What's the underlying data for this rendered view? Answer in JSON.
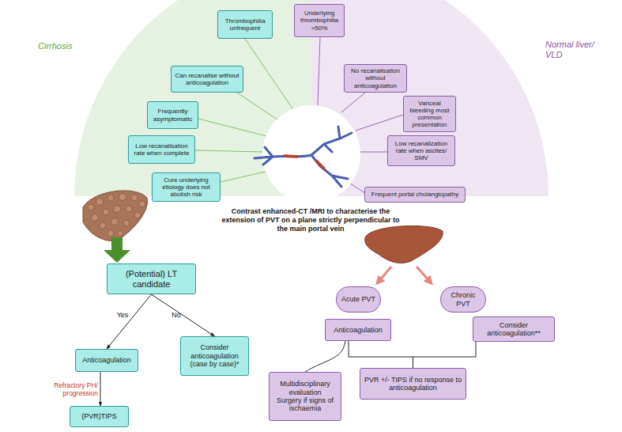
{
  "diagram": {
    "nodes": [
      {
        "text": [
          "Thrombophilia unfrequent"
        ]
      },
      {
        "text": [
          "Can recanalise without anticoagulation"
        ]
      },
      {
        "text": [
          "Frequently asymptomatic"
        ]
      },
      {
        "text": [
          "Low recanalisation rate when complete"
        ]
      },
      {
        "text": [
          "Cure underlying etiology does not abolish risk"
        ]
      },
      {
        "text": [
          "Underlying thrombophilia >50%"
        ]
      },
      {
        "text": [
          "No recanalisation without anticoagulation"
        ]
      },
      {
        "text": [
          "Variceal bleeding most common presentation"
        ]
      },
      {
        "text": [
          "Low recanalization rate when ascites/ SMV"
        ]
      },
      {
        "text": [
          "Frequent portal cholangiopathy"
        ]
      },
      {
        "text": [
          "(Potential) LT candidate"
        ]
      },
      {
        "text": [
          "Anticoagulation"
        ]
      },
      {
        "text": [
          "Consider anticoagulation (case by case)*"
        ]
      },
      {
        "text": [
          "(PVR)TIPS"
        ]
      },
      {
        "text": [
          "Acute PVT"
        ]
      },
      {
        "text": [
          "Chronic PVT"
        ]
      },
      {
        "text": [
          "Anticoagulation"
        ]
      },
      {
        "text": [
          "Consider anticoagulation**"
        ]
      },
      {
        "text": [
          "Multidisciplinary evaluation",
          "Surgery if signs of ischaemia"
        ]
      },
      {
        "text": [
          "PVR +/- TIPS if no response to anticoagulation"
        ]
      }
    ],
    "edges": [
      {
        "from": 10,
        "to": 11,
        "label": "Yes",
        "arrow": "to"
      },
      {
        "from": 10,
        "to": 12,
        "label": "No",
        "arrow": "to"
      },
      {
        "from": 11,
        "to": 13,
        "label": "Refractory PH/ progression",
        "arrow": "to"
      },
      {
        "from": 16,
        "to": 18,
        "arrow": "none"
      },
      {
        "from": 16,
        "to": 19,
        "arrow": "none"
      },
      {
        "from": 17,
        "to": 19,
        "arrow": "none"
      }
    ],
    "labels": [
      "Cirrhosis",
      "Normal liver/ VLD",
      "Contrast enhanced-CT /MRI to characterise the extension of PVT on a plane strictly perpendicular to the main portal vein"
    ]
  }
}
